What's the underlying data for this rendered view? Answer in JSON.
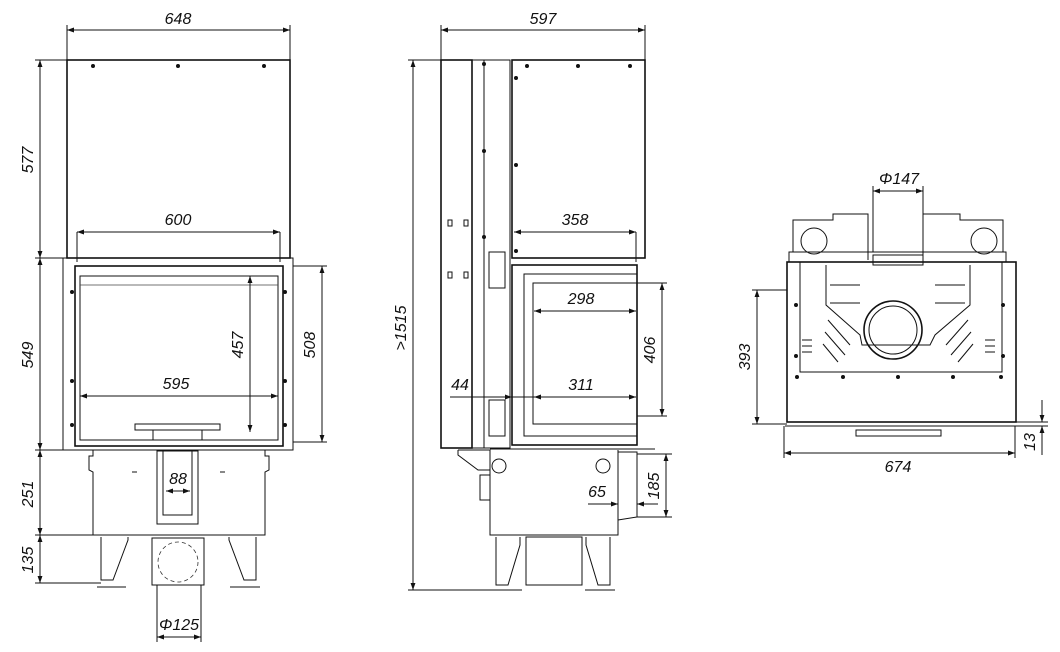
{
  "front_view": {
    "width_top": "648",
    "height_top": "577",
    "width_inner_top": "600",
    "height_body": "549",
    "glass_height": "457",
    "door_height": "508",
    "glass_width": "595",
    "plate_width": "88",
    "base_height": "251",
    "leg_height": "135",
    "flue_diameter": "Φ125"
  },
  "side_view": {
    "depth": "597",
    "total_height": ">1515",
    "top_depth": "358",
    "glass_width": "298",
    "glass_height": "406",
    "offset": "44",
    "door_width": "311",
    "base_height": "185",
    "base_offset": "65"
  },
  "top_view": {
    "flue_diameter": "Φ147",
    "depth": "393",
    "width": "674",
    "step": "13"
  },
  "colors": {
    "line": "#111111",
    "background": "#ffffff"
  }
}
